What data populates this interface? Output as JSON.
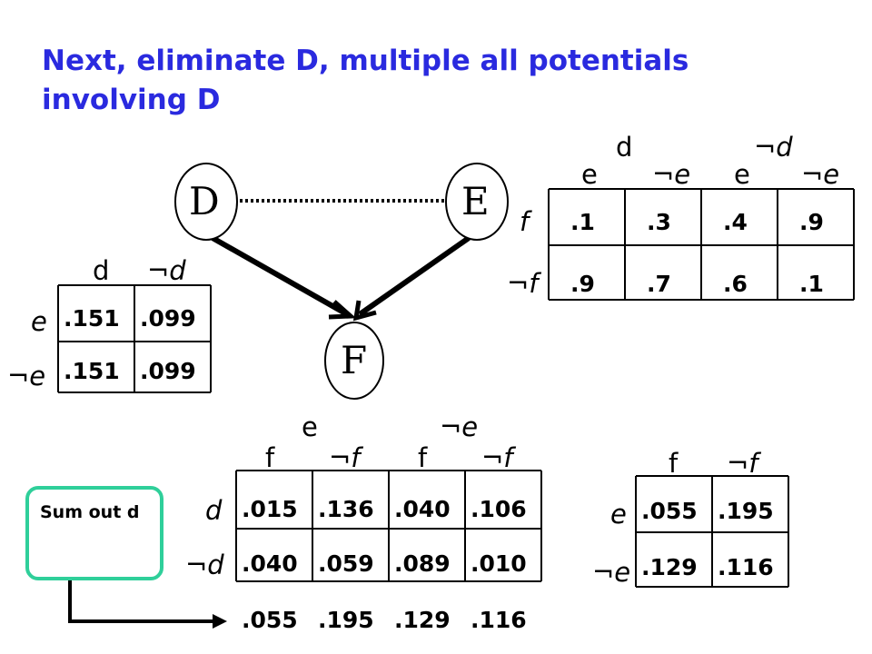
{
  "title": "Next, eliminate D, multiple all potentials involving D",
  "nodes": {
    "d": "D",
    "e": "E",
    "f": "F"
  },
  "pde": {
    "d": "d",
    "nd": "¬d",
    "e1": "e",
    "ne1": "¬e",
    "e2": "e",
    "ne2": "¬e",
    "f": "f",
    "nf": "¬f",
    "row_f": [
      ".1",
      ".3",
      ".4",
      ".9"
    ],
    "row_nf": [
      ".9",
      ".7",
      ".6",
      ".1"
    ]
  },
  "ped": {
    "d": "d",
    "nd": "¬d",
    "e": "e",
    "ne": "¬e",
    "row_e": [
      ".151",
      ".099"
    ],
    "row_ne": [
      ".151",
      ".099"
    ]
  },
  "prod": {
    "e": "e",
    "ne": "¬e",
    "f1": "f",
    "nf1": "¬f",
    "f2": "f",
    "nf2": "¬f",
    "d": "d",
    "nd": "¬d",
    "row_d": [
      ".015",
      ".136",
      ".040",
      ".106"
    ],
    "row_nd": [
      ".040",
      ".059",
      ".089",
      ".010"
    ],
    "sums": [
      ".055",
      ".195",
      ".129",
      ".116"
    ]
  },
  "sum_box": "Sum out d",
  "result": {
    "f": "f",
    "nf": "¬f",
    "e": "e",
    "ne": "¬e",
    "row_e": [
      ".055",
      ".195"
    ],
    "row_ne": [
      ".129",
      ".116"
    ]
  }
}
